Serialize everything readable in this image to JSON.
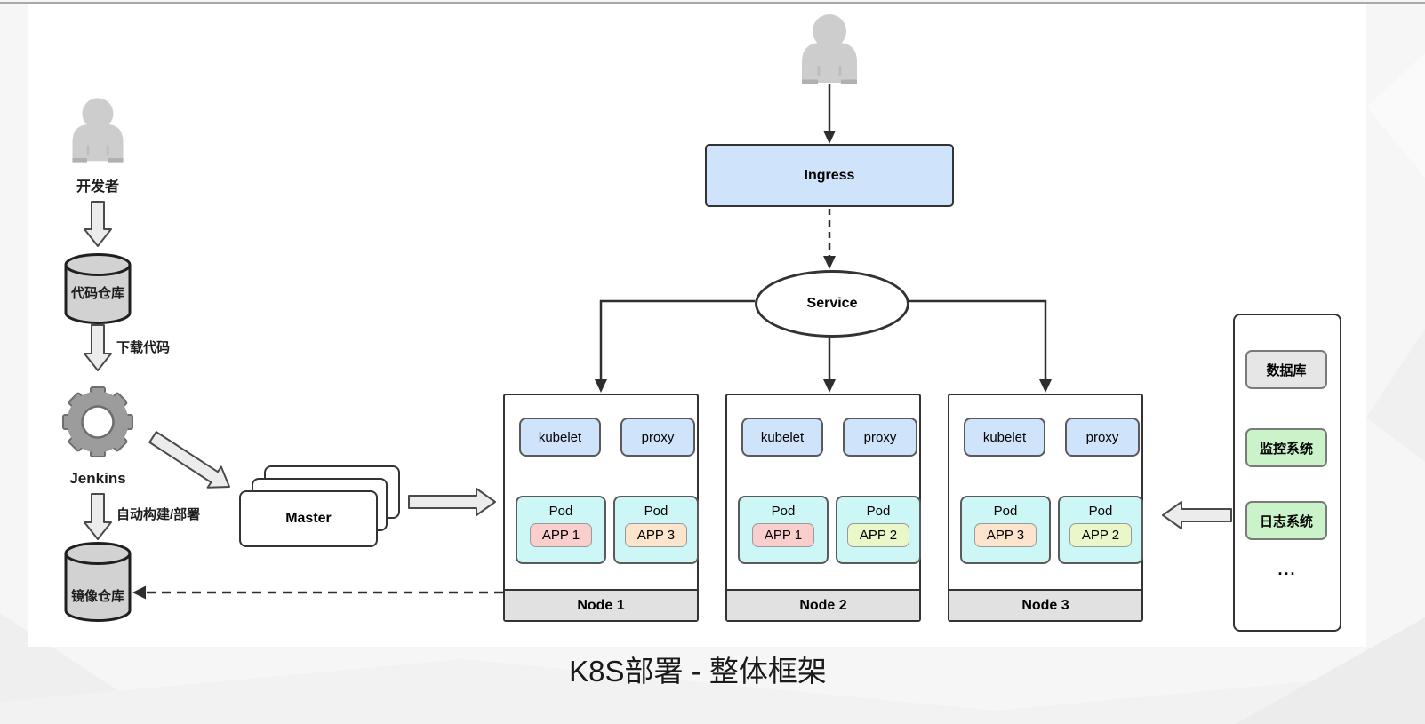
{
  "title": "K8S部署 - 整体框架",
  "pipeline": {
    "developer_label": "开发者",
    "code_repo_label": "代码仓库",
    "download_code_label": "下载代码",
    "jenkins_label": "Jenkins",
    "auto_build_deploy_label": "自动构建/部署",
    "image_repo_label": "镜像仓库",
    "master_label": "Master"
  },
  "cluster": {
    "ingress_label": "Ingress",
    "service_label": "Service",
    "nodes": [
      {
        "name": "Node 1",
        "kubelet_label": "kubelet",
        "proxy_label": "proxy",
        "pods": [
          {
            "label": "Pod",
            "app": "APP 1",
            "app_color": "#f9cecc"
          },
          {
            "label": "Pod",
            "app": "APP 3",
            "app_color": "#fde5cd"
          }
        ]
      },
      {
        "name": "Node 2",
        "kubelet_label": "kubelet",
        "proxy_label": "proxy",
        "pods": [
          {
            "label": "Pod",
            "app": "APP 1",
            "app_color": "#f9cecc"
          },
          {
            "label": "Pod",
            "app": "APP 2",
            "app_color": "#eaf7c9"
          }
        ]
      },
      {
        "name": "Node 3",
        "kubelet_label": "kubelet",
        "proxy_label": "proxy",
        "pods": [
          {
            "label": "Pod",
            "app": "APP 3",
            "app_color": "#fde5cd"
          },
          {
            "label": "Pod",
            "app": "APP 2",
            "app_color": "#eaf7c9"
          }
        ]
      }
    ]
  },
  "external_systems": {
    "items": [
      {
        "label": "数据库",
        "color": "#e6e6e6"
      },
      {
        "label": "监控系统",
        "color": "#caf3ca"
      },
      {
        "label": "日志系统",
        "color": "#caf3ca"
      }
    ],
    "more_label": "..."
  },
  "colors": {
    "component_blue": "#cfe3fa",
    "pod_cyan": "#cdf6f6",
    "node_strip_gray": "#e1e1e1",
    "outline_dark": "#333333",
    "canvas": "#ffffff",
    "page_background": "#f6f6f6"
  }
}
